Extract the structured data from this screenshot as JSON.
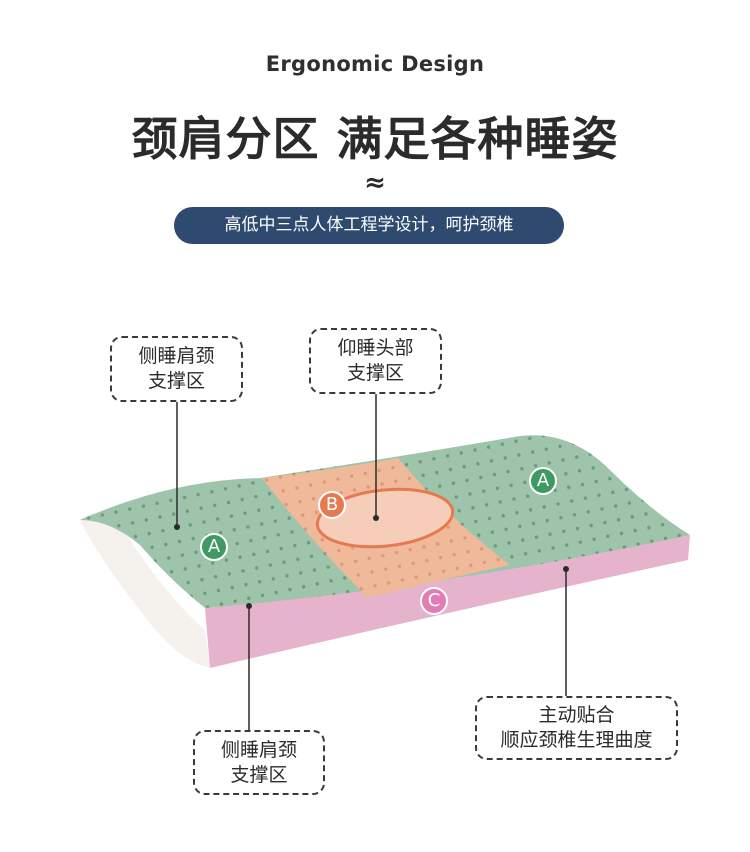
{
  "header": {
    "subtitle_en": "Ergonomic Design",
    "headline": "颈肩分区 满足各种睡姿",
    "divider": "≈",
    "tagline": "高低中三点人体工程学设计，呵护颈椎"
  },
  "callouts": {
    "top_left": {
      "line1": "侧睡肩颈",
      "line2": "支撑区"
    },
    "top_center": {
      "line1": "仰睡头部",
      "line2": "支撑区"
    },
    "bottom_left": {
      "line1": "侧睡肩颈",
      "line2": "支撑区"
    },
    "bottom_right": {
      "line1": "主动贴合",
      "line2": "顺应颈椎生理曲度"
    }
  },
  "zones": {
    "a_left": "A",
    "a_right": "A",
    "b": "B",
    "c": "C"
  },
  "colors": {
    "tagline_bg": "#2e4a6f",
    "zone_a": "#9fc4ac",
    "zone_b": "#f0b99a",
    "zone_c": "#e5b4cc",
    "badge_a": "#3d9a63",
    "badge_b": "#e57a4e",
    "badge_c": "#e27cb4"
  }
}
